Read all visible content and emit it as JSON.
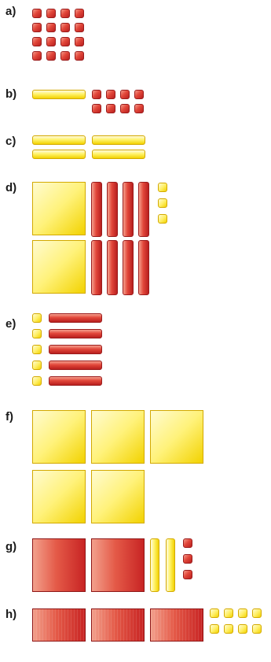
{
  "problems": [
    {
      "id": "a",
      "label": "a)"
    },
    {
      "id": "b",
      "label": "b)"
    },
    {
      "id": "c",
      "label": "c)"
    },
    {
      "id": "d",
      "label": "d)"
    },
    {
      "id": "e",
      "label": "e)"
    },
    {
      "id": "f",
      "label": "f)"
    },
    {
      "id": "g",
      "label": "g)"
    },
    {
      "id": "h",
      "label": "h)"
    }
  ],
  "colors": {
    "red": "#e2473a",
    "yellow": "#fff06a"
  },
  "blocks": {
    "a": {
      "red_units": 16
    },
    "b": {
      "yellow_rods": 1,
      "red_units": 8
    },
    "c": {
      "yellow_rods": 4
    },
    "d": {
      "yellow_flats": 2,
      "red_rods": 8,
      "yellow_units": 3
    },
    "e": {
      "yellow_units": 5,
      "red_rods": 5
    },
    "f": {
      "yellow_flats": 5
    },
    "g": {
      "red_flats": 2,
      "yellow_rods": 2,
      "red_units": 3
    },
    "h": {
      "red_flats": 3,
      "yellow_units": 8
    }
  }
}
